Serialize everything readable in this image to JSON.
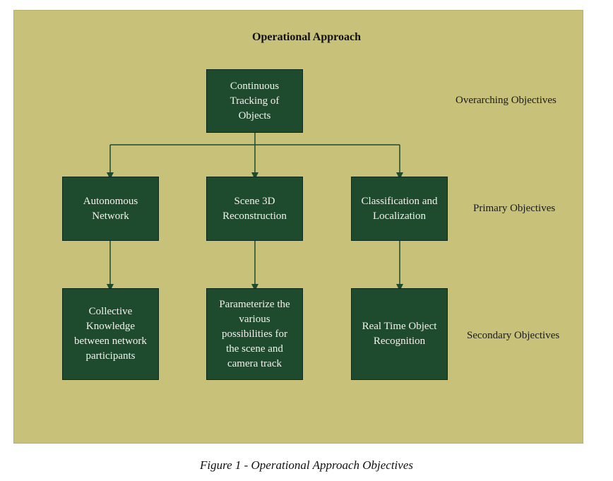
{
  "diagram": {
    "title": "Operational Approach",
    "levels": {
      "overarching": "Overarching Objectives",
      "primary": "Primary Objectives",
      "secondary": "Secondary Objectives"
    },
    "nodes": {
      "top": "Continuous\nTracking of\nObjects",
      "primary_1": "Autonomous\nNetwork",
      "primary_2": "Scene 3D\nReconstruction",
      "primary_3": "Classification and\nLocalization",
      "secondary_1": "Collective\nKnowledge\nbetween network\nparticipants",
      "secondary_2": "Parameterize the\nvarious\npossibilities for\nthe scene and\ncamera track",
      "secondary_3": "Real Time Object\nRecognition"
    },
    "colors": {
      "background": "#c8c17a",
      "node_fill": "#1e4a2e",
      "node_text": "#f3f3ee",
      "connector": "#1e4a2e"
    }
  },
  "caption": "Figure 1 - Operational Approach Objectives"
}
